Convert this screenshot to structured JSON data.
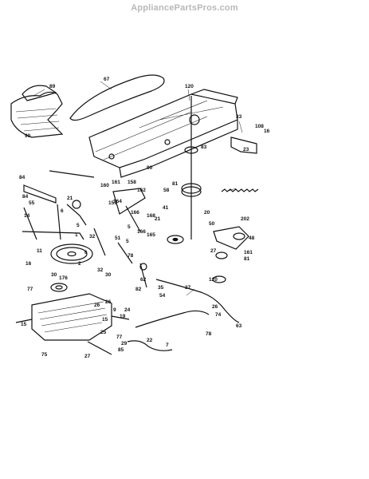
{
  "header": {
    "watermark": "AppliancePartsPros.com"
  },
  "callouts": [
    "89",
    "67",
    "120",
    "90",
    "33",
    "108",
    "16",
    "83",
    "90",
    "23",
    "84",
    "81",
    "58",
    "160",
    "161",
    "158",
    "162",
    "21",
    "159",
    "164",
    "14",
    "6",
    "84",
    "55",
    "41",
    "5",
    "166",
    "168",
    "20",
    "202",
    "50",
    "11",
    "48",
    "1",
    "2",
    "5",
    "51",
    "166",
    "165",
    "32",
    "21",
    "5",
    "27",
    "161",
    "81",
    "6",
    "78",
    "120",
    "30",
    "32",
    "62",
    "82",
    "30",
    "35",
    "37",
    "176",
    "54",
    "16",
    "9",
    "77",
    "26",
    "24",
    "19",
    "63",
    "15",
    "26",
    "15",
    "26",
    "74",
    "77",
    "25",
    "75",
    "27",
    "78",
    "29",
    "22",
    "7",
    "85"
  ]
}
